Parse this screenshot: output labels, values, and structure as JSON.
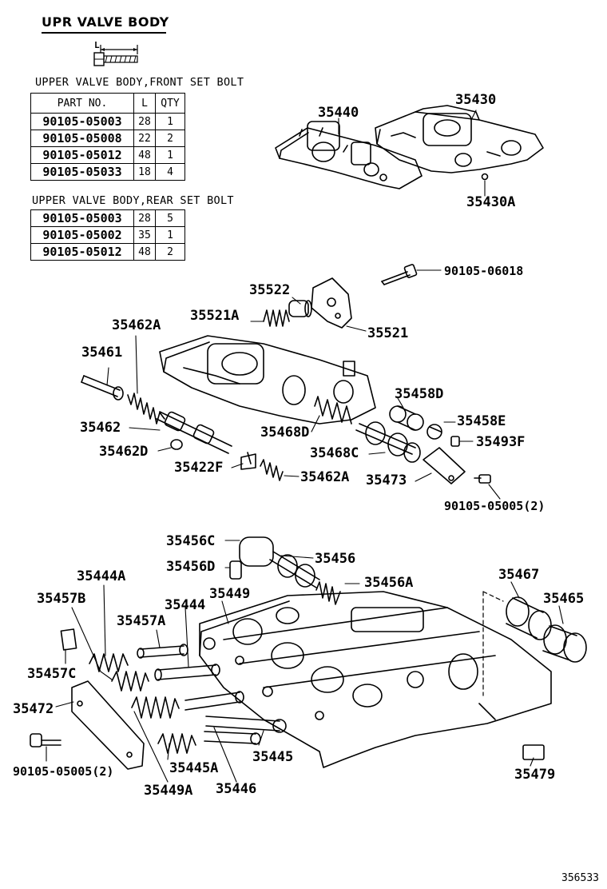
{
  "title": "UPR VALVE BODY",
  "bolt_icon_label": "L",
  "front_caption": "UPPER VALVE BODY,FRONT SET BOLT",
  "front_headers": [
    "PART NO.",
    "L",
    "QTY"
  ],
  "front_rows": [
    [
      "90105-05003",
      "28",
      "1"
    ],
    [
      "90105-05008",
      "22",
      "2"
    ],
    [
      "90105-05012",
      "48",
      "1"
    ],
    [
      "90105-05033",
      "18",
      "4"
    ]
  ],
  "rear_caption": "UPPER VALVE BODY,REAR SET BOLT",
  "rear_rows": [
    [
      "90105-05003",
      "28",
      "5"
    ],
    [
      "90105-05002",
      "35",
      "1"
    ],
    [
      "90105-05012",
      "48",
      "2"
    ]
  ],
  "callouts": {
    "p35440": "35440",
    "p35430": "35430",
    "p35430A": "35430A",
    "p90105_06018": "90105-06018",
    "p35522": "35522",
    "p35521A": "35521A",
    "p35521": "35521",
    "p35462A_top": "35462A",
    "p35461": "35461",
    "p35458D": "35458D",
    "p35458E": "35458E",
    "p35462": "35462",
    "p35468D": "35468D",
    "p35493F": "35493F",
    "p35462D": "35462D",
    "p35468C": "35468C",
    "p35422F": "35422F",
    "p35462A_low": "35462A",
    "p35473": "35473",
    "p90105_05005_a": "90105-05005(2)",
    "p35456C": "35456C",
    "p35456": "35456",
    "p35456D": "35456D",
    "p35444A": "35444A",
    "p35456A": "35456A",
    "p35467": "35467",
    "p35449": "35449",
    "p35457B": "35457B",
    "p35444": "35444",
    "p35465": "35465",
    "p35457A": "35457A",
    "p35457C": "35457C",
    "p35472": "35472",
    "p35445": "35445",
    "p90105_05005_b": "90105-05005(2)",
    "p35445A": "35445A",
    "p35479": "35479",
    "p35449A": "35449A",
    "p35446": "35446"
  },
  "ref_number": "356533"
}
